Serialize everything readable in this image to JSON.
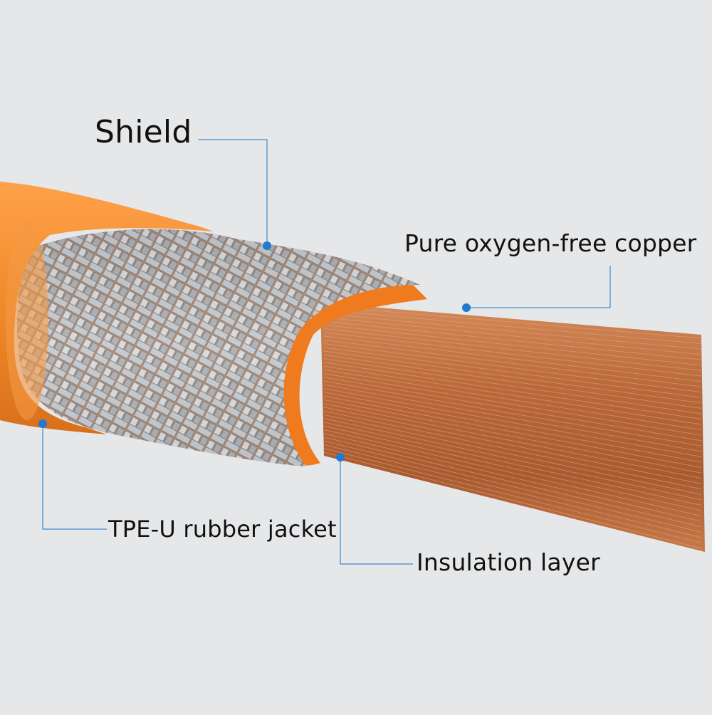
{
  "labels": {
    "shield": "Shield",
    "copper": "Pure oxygen-free copper",
    "jacket": "TPE-U rubber jacket",
    "insulation": "Insulation layer"
  },
  "colors": {
    "background": "#e6e7e9",
    "leader_line": "#5b9bd5",
    "leader_dot": "#1f7ad0",
    "jacket_orange": "#f08a2a",
    "insulation_orange": "#f07a1e",
    "copper": "#b8683a",
    "shield_silver": "#b9bcbf"
  }
}
